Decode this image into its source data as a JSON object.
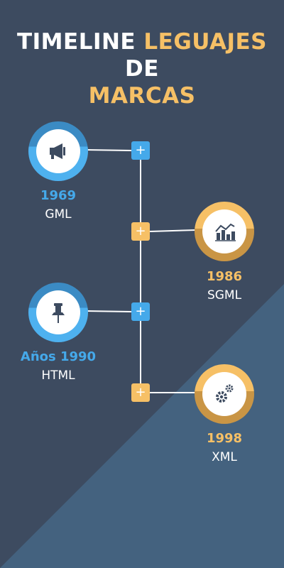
{
  "title": {
    "part1": "TIMELINE ",
    "accent1": "LEGUAJES",
    "part2": " DE",
    "accent2": "MARCAS"
  },
  "colors": {
    "background": "#3d4b60",
    "triangle": "#44627f",
    "blue": "#45a9ea",
    "gold": "#f6c066",
    "line": "#ffffff"
  },
  "events": [
    {
      "year": "1969",
      "label": "GML",
      "icon": "megaphone-icon",
      "side": "left",
      "color": "blue"
    },
    {
      "year": "1986",
      "label": "SGML",
      "icon": "bar-chart-icon",
      "side": "right",
      "color": "gold"
    },
    {
      "year": "Años 1990",
      "label": "HTML",
      "icon": "pushpin-icon",
      "side": "left",
      "color": "blue"
    },
    {
      "year": "1998",
      "label": "XML",
      "icon": "gears-icon",
      "side": "right",
      "color": "gold"
    }
  ],
  "plus_symbol": "+"
}
